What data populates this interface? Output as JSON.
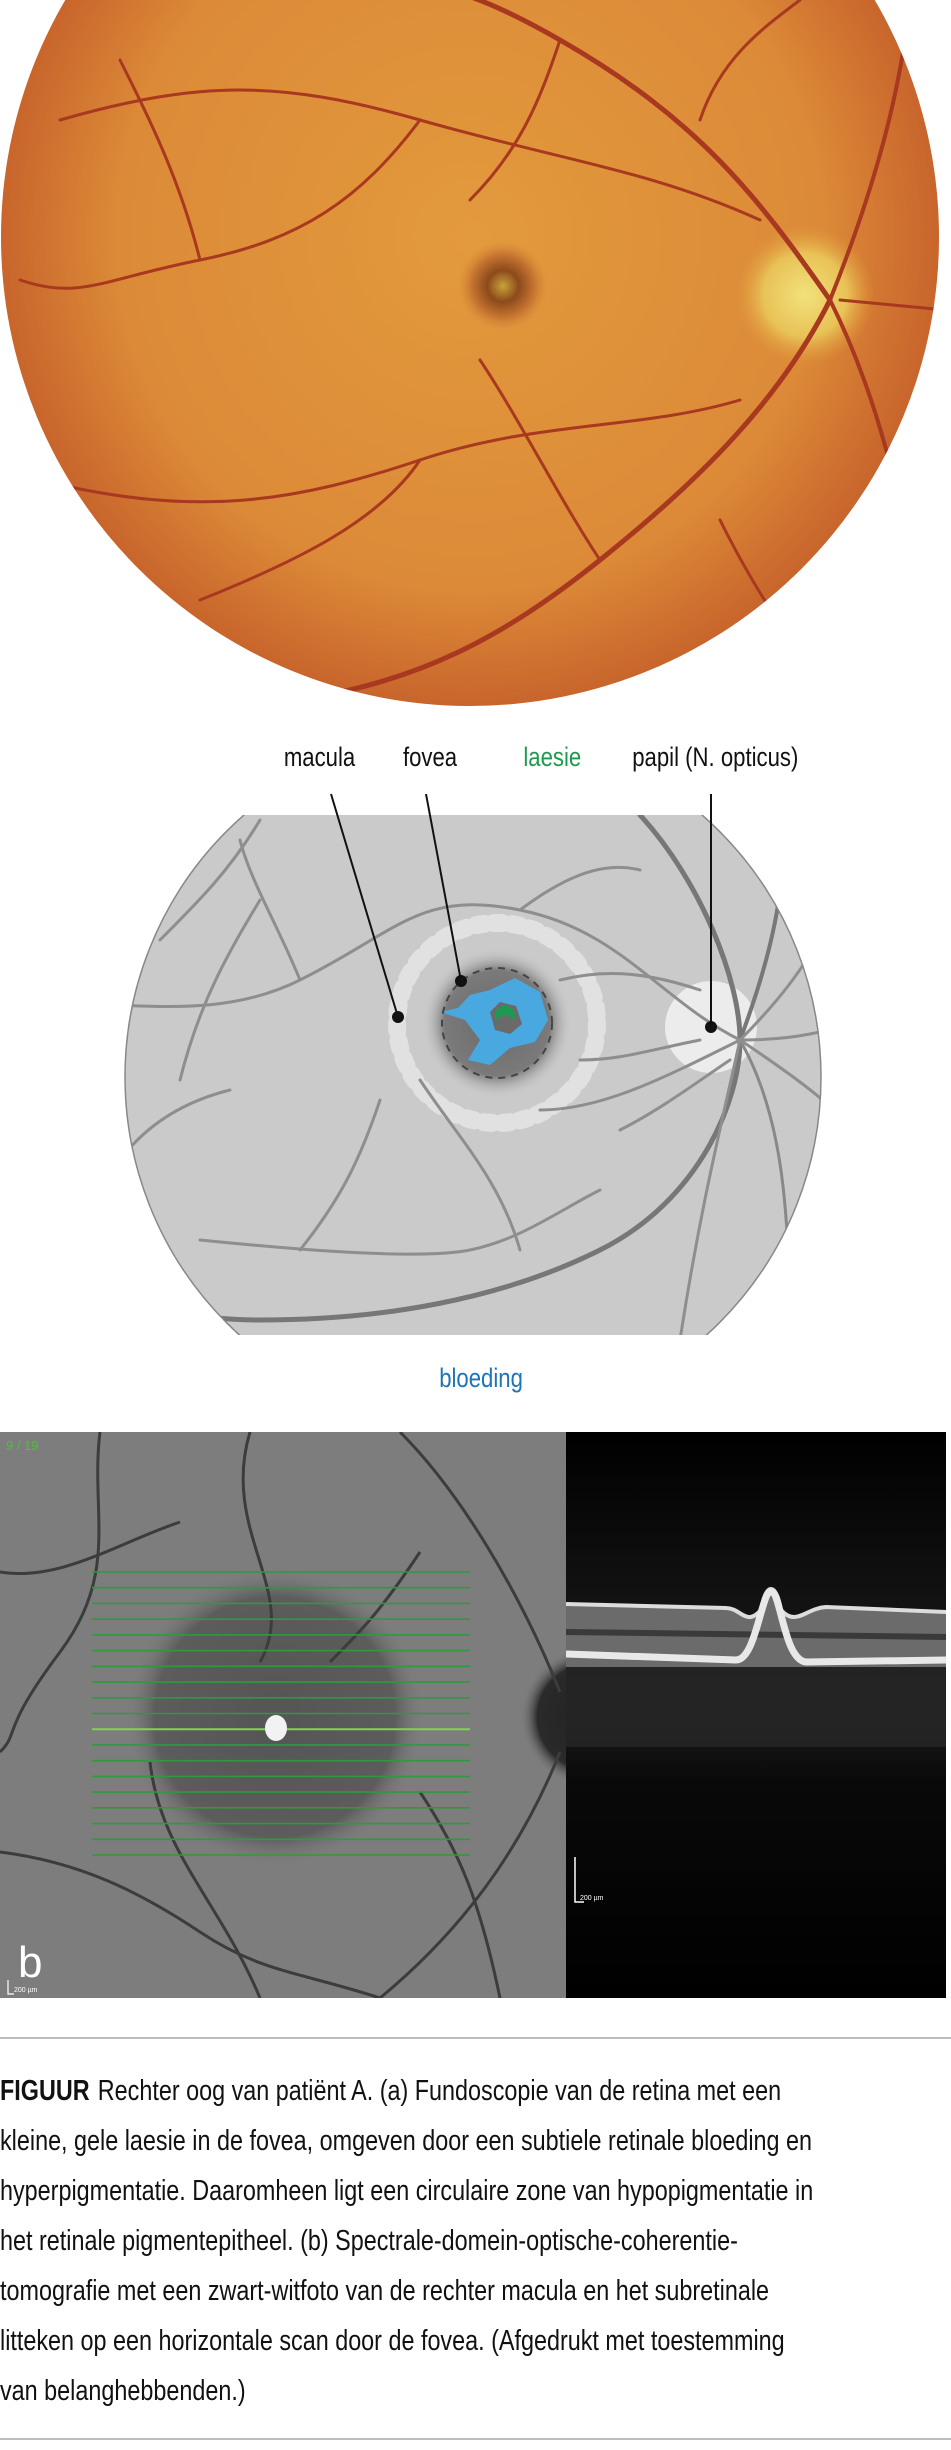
{
  "figure_a": {
    "labels": {
      "macula": "macula",
      "fovea": "fovea",
      "laesie": "laesie",
      "papil": "papil (N. opticus)",
      "bloeding": "bloeding"
    },
    "colors": {
      "laesie": "#1e9a50",
      "bloeding": "#1d74b8",
      "bleed_fill": "#4aa8e0"
    }
  },
  "figure_b": {
    "panel_label": "b",
    "scan_counter": "9 / 19",
    "scale_ir": "200 µm",
    "scale_oct": "200 µm"
  },
  "caption": {
    "label": "FIGUUR",
    "lines": [
      "Rechter oog van patiënt A. (a) Fundoscopie van de retina met een",
      "kleine, gele laesie in de fovea, omgeven door een subtiele retinale bloeding en",
      "hyperpigmentatie. Daaromheen ligt een circulaire zone van hypopigmentatie in",
      "het retinale pigmentepitheel. (b) Spectrale-domein-optische-coherentie-",
      "tomografie met een zwart-witfoto van de rechter macula en het subretinale",
      "litteken op een horizontale scan door de fovea. (Afgedrukt met toestemming",
      "van belanghebbenden.)"
    ]
  }
}
